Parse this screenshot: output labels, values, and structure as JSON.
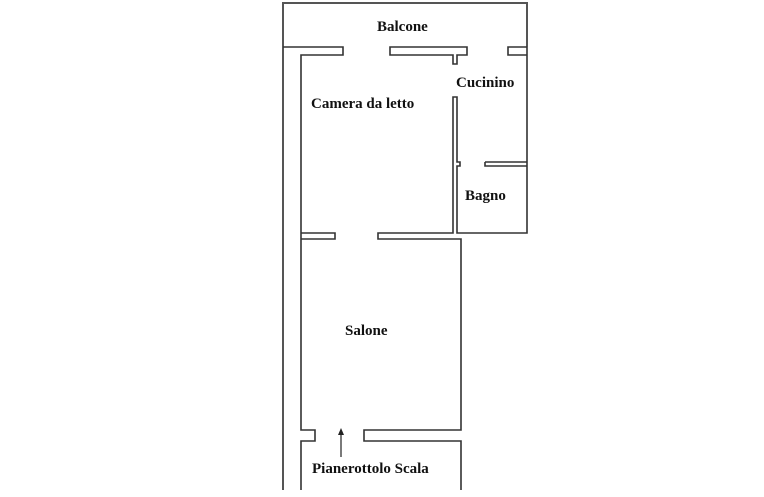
{
  "floorplan": {
    "rooms": [
      {
        "id": "balcone",
        "label": "Balcone"
      },
      {
        "id": "cucinino",
        "label": "Cucinino"
      },
      {
        "id": "camera",
        "label": "Camera da letto"
      },
      {
        "id": "bagno",
        "label": "Bagno"
      },
      {
        "id": "salone",
        "label": "Salone"
      },
      {
        "id": "pianerottolo",
        "label": "Pianerottolo Scala"
      }
    ],
    "colors": {
      "wall": "#333333",
      "outer_frame": "#555555",
      "background": "#ffffff"
    }
  }
}
